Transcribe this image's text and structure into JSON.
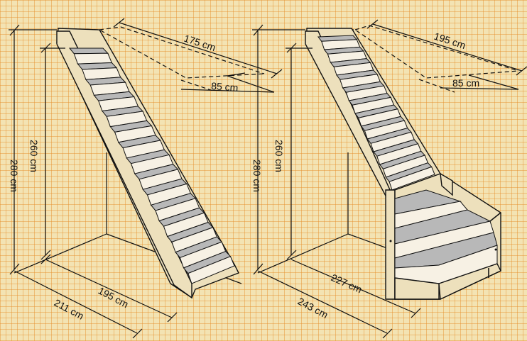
{
  "left_staircase": {
    "top_run_label": "175 cm",
    "top_width_label": "85 cm",
    "total_height_label": "280 cm",
    "floor_height_label": "260 cm",
    "inner_run_label": "195 cm",
    "outer_run_label": "211 cm"
  },
  "right_staircase": {
    "top_run_label": "195 cm",
    "top_width_label": "85 cm",
    "total_height_label": "280 cm",
    "floor_height_label": "260 cm",
    "inner_run_label": "227 cm",
    "outer_run_label": "243 cm"
  }
}
